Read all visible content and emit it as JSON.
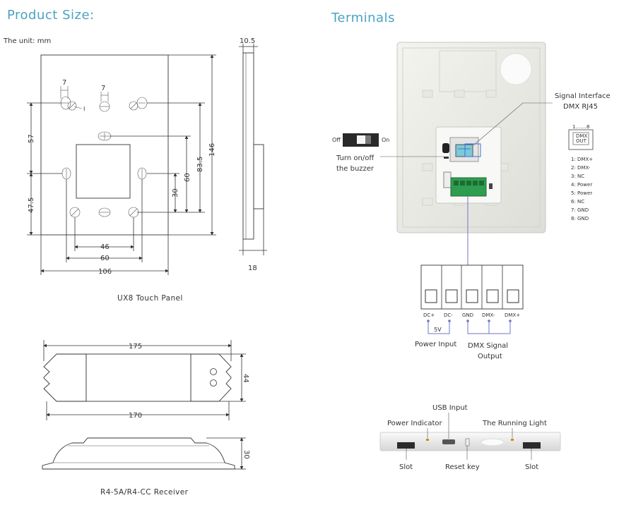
{
  "product_size": {
    "title": "Product Size:",
    "unit": "The unit: mm",
    "panel_caption": "UX8   Touch Panel",
    "receiver_caption": "R4-5A/R4-CC   Receiver",
    "panel_dims": {
      "d7a": "7",
      "d7b": "7",
      "d57": "57",
      "d47_5": "47.5",
      "d146": "146",
      "d83_5": "83.5",
      "d60v": "60",
      "d30": "30",
      "d46": "46",
      "d60h": "60",
      "d106": "106",
      "d10_5": "10.5",
      "d18": "18"
    },
    "receiver_dims": {
      "d175": "175",
      "d170": "170",
      "d44": "44",
      "d30": "30"
    }
  },
  "terminals": {
    "title": "Terminals",
    "signal_interface": "Signal Interface",
    "dmx_rj45": "DMX  RJ45",
    "switch_off": "Off",
    "switch_on": "On",
    "buzzer_line1": "Turn on/off",
    "buzzer_line2": "the buzzer",
    "rj45_header": "1.......8",
    "rj45_box_line1": "DMX",
    "rj45_box_line2": "OUT",
    "pinout": [
      "1:  DMX+",
      "2:  DMX-",
      "3:  NC",
      "4:  Power",
      "5:  Power",
      "6:  NC",
      "7:  GND",
      "8:  GND"
    ],
    "terminal_labels": [
      "DC+",
      "DC-",
      "GND",
      "DMX-",
      "DMX+"
    ],
    "five_v": "5V",
    "power_input": "Power Input",
    "dmx_signal_line1": "DMX Signal",
    "dmx_signal_line2": "Output",
    "usb_input": "USB Input",
    "power_indicator": "Power Indicator",
    "running_light": "The Running Light",
    "slot_left": "Slot",
    "reset_key": "Reset key",
    "slot_right": "Slot"
  }
}
